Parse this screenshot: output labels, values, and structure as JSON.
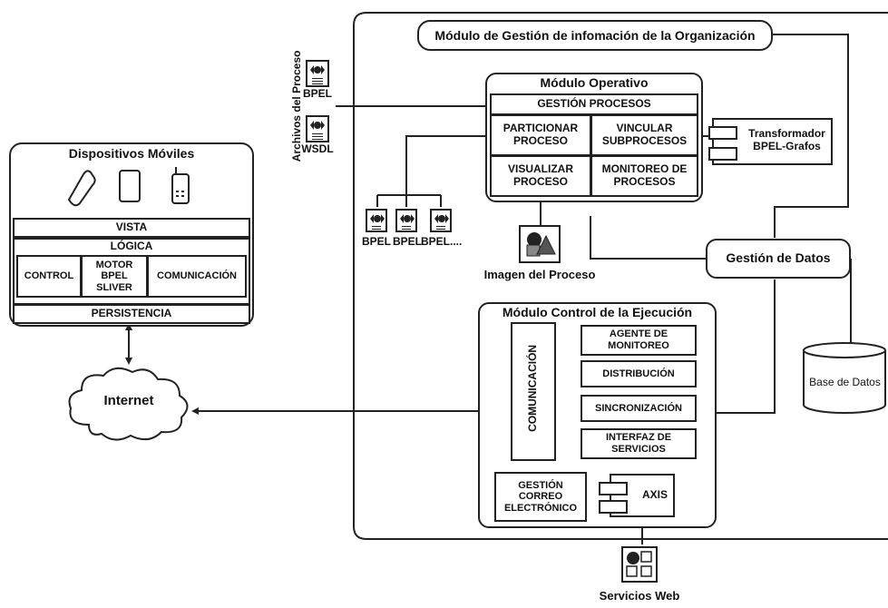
{
  "gestion_info": "Módulo de Gestión de infomación de la Organización",
  "modulo_operativo": {
    "title": "Módulo Operativo",
    "gestion_procesos": "GESTIÓN PROCESOS",
    "particionar": "PARTICIONAR PROCESO",
    "vincular": "VINCULAR SUBPROCESOS",
    "visualizar": "VISUALIZAR PROCESO",
    "monitoreo": "MONITOREO DE PROCESOS"
  },
  "transformador": "Transformador BPEL-Grafos",
  "archivos_proceso": "Archivos del Proceso",
  "bpel_label": "BPEL",
  "wsdl_label": "WSDL",
  "bpel_list": [
    "BPEL",
    "BPEL",
    "BPEL...."
  ],
  "imagen_proceso": "Imagen del Proceso",
  "gestion_datos": "Gestión de Datos",
  "base_datos": "Base de Datos",
  "dispositivos": {
    "title": "Dispositivos Móviles",
    "vista": "VISTA",
    "logica": "LÓGICA",
    "control": "CONTROL",
    "motor": "MOTOR BPEL SLIVER",
    "comunicacion": "COMUNICACIÓN",
    "persistencia": "PERSISTENCIA"
  },
  "internet": "Internet",
  "control_ejecucion": {
    "title": "Módulo Control de la Ejecución",
    "comunicacion": "COMUNICACIÓN",
    "agente": "AGENTE DE MONITOREO",
    "distribucion": "DISTRIBUCIÓN",
    "sincronizacion": "SINCRONIZACIÓN",
    "interfaz": "INTERFAZ DE SERVICIOS",
    "correo": "GESTIÓN CORREO ELECTRÓNICO",
    "axis": "AXIS"
  },
  "servicios_web": "Servicios Web"
}
